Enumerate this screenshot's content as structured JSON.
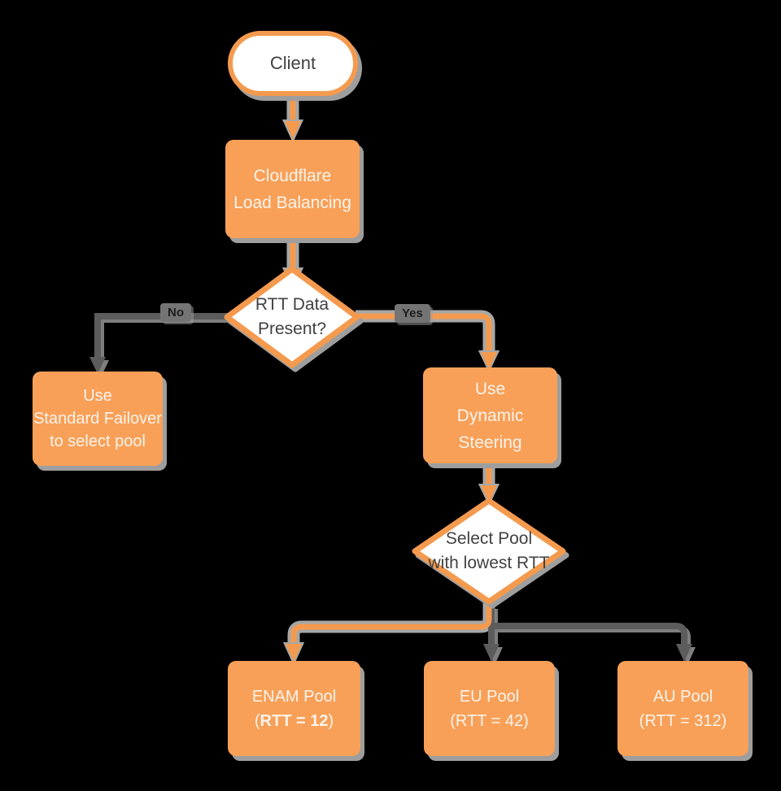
{
  "colors": {
    "background": "#000000",
    "orange_fill": "#F8A058",
    "orange_stroke": "#F49A4F",
    "connector_gray": "#5C5C5C",
    "shadow_gray": "#9E9E9E",
    "edge_label_bg": "#747474",
    "text_dark": "#414141",
    "text_light": "#FBF3EA"
  },
  "nodes": {
    "client": {
      "label": "Client"
    },
    "cloudflare": {
      "line1": "Cloudflare",
      "line2": "Load Balancing"
    },
    "rtt_decision": {
      "line1": "RTT Data",
      "line2": "Present?"
    },
    "standard_failover": {
      "line1": "Use",
      "line2": "Standard Failover",
      "line3": "to select pool"
    },
    "dynamic_steering": {
      "line1": "Use",
      "line2": "Dynamic Steering"
    },
    "select_pool": {
      "line1": "Select Pool",
      "line2": "with lowest RTT"
    },
    "pools": [
      {
        "name": "ENAM Pool",
        "paren_open": "(",
        "rtt": "RTT = 12",
        "paren_close": ")"
      },
      {
        "name": "EU Pool",
        "paren_open": "(",
        "rtt": "RTT = 42",
        "paren_close": ")"
      },
      {
        "name": "AU Pool",
        "paren_open": "(",
        "rtt": "RTT = 312",
        "paren_close": ")"
      }
    ]
  },
  "edges": {
    "no_label": "No",
    "yes_label": "Yes"
  }
}
